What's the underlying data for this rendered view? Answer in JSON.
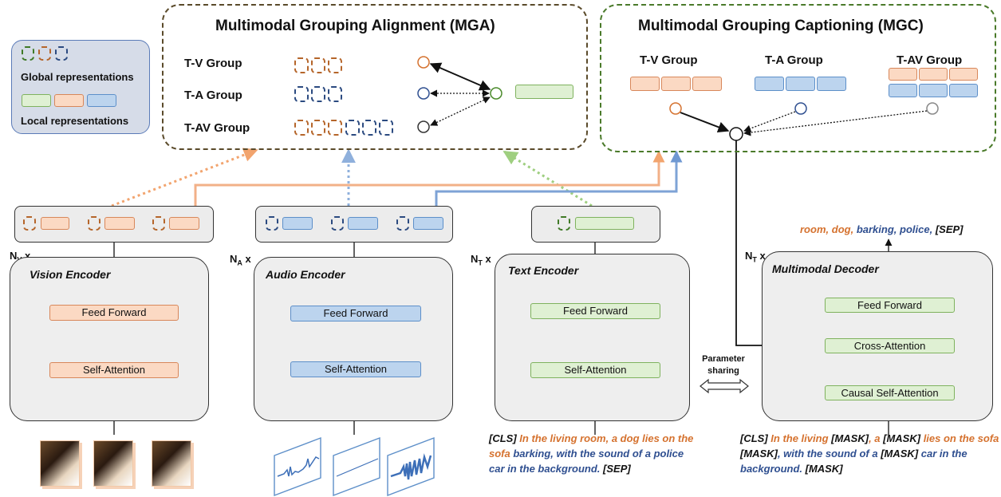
{
  "mga": {
    "title": "Multimodal Grouping Alignment (MGA)",
    "groups": [
      "T-V Group",
      "T-A Group",
      "T-AV Group"
    ]
  },
  "mgc": {
    "title": "Multimodal Grouping Captioning (MGC)",
    "groups": [
      "T-V Group",
      "T-A Group",
      "T-AV Group"
    ]
  },
  "legend": {
    "global": "Global representations",
    "local": "Local representations"
  },
  "encoders": {
    "vision": {
      "title": "Vision Encoder",
      "n": "N",
      "n_sub": "V",
      "n_suffix": " x"
    },
    "audio": {
      "title": "Audio Encoder",
      "n": "N",
      "n_sub": "A",
      "n_suffix": " x"
    },
    "text": {
      "title": "Text Encoder",
      "n": "N",
      "n_sub": "T",
      "n_suffix": " x"
    },
    "decoder": {
      "title": "Multimodal Decoder",
      "n": "N",
      "n_sub": "T",
      "n_suffix": " x"
    }
  },
  "layers": {
    "feed_forward": "Feed Forward",
    "self_attention": "Self-Attention",
    "cross_attention": "Cross-Attention",
    "causal_self_attention": "Causal Self-Attention"
  },
  "parameter_sharing": {
    "line1": "Parameter",
    "line2": "sharing"
  },
  "decoder_output": [
    {
      "text": "room,",
      "color": "orange"
    },
    {
      "text": "dog,",
      "color": "orange"
    },
    {
      "text": "barking,",
      "color": "blue"
    },
    {
      "text": "police,",
      "color": "blue"
    },
    {
      "text": "[SEP]",
      "color": "black"
    }
  ],
  "text_caption": [
    {
      "text": "[CLS] ",
      "color": "black"
    },
    {
      "text": "In the living room, a  dog lies on the sofa ",
      "color": "orange"
    },
    {
      "text": "barking, with the sound of a police car in the background. ",
      "color": "blue"
    },
    {
      "text": "[SEP]",
      "color": "black"
    }
  ],
  "decoder_caption": [
    {
      "text": "[CLS] ",
      "color": "black"
    },
    {
      "text": "In the living ",
      "color": "orange"
    },
    {
      "text": "[MASK]",
      "color": "black"
    },
    {
      "text": ", a  ",
      "color": "orange"
    },
    {
      "text": "[MASK]",
      "color": "black"
    },
    {
      "text": " lies on the sofa ",
      "color": "orange"
    },
    {
      "text": "[MASK]",
      "color": "black"
    },
    {
      "text": ", with the sound of a ",
      "color": "blue"
    },
    {
      "text": "[MASK]",
      "color": "black"
    },
    {
      "text": " car in the background. ",
      "color": "blue"
    },
    {
      "text": "[MASK]",
      "color": "black"
    }
  ],
  "colors": {
    "orange": "#d5722f",
    "blue": "#2f4f90",
    "green": "#7fb25e",
    "dashed_green": "#4a7a2a"
  }
}
